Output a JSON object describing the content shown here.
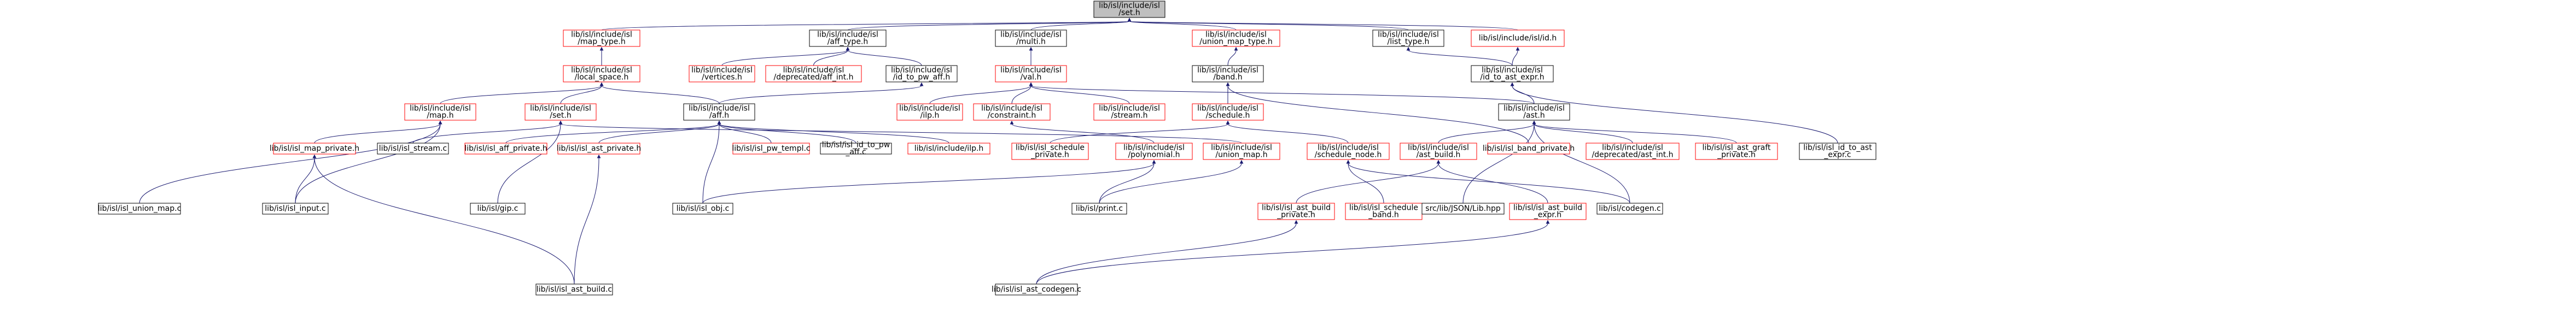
{
  "colors": {
    "edge": "#191970",
    "node_border_red": "#ff0000",
    "node_border_black": "#000000",
    "node_border_gray": "#bfbfbf",
    "root_fill": "#bfbfbf",
    "node_fill": "#ffffff",
    "text": "#000000"
  },
  "nodes": [
    {
      "id": "isl_h",
      "lines": [
        "lib/isl/include/isl",
        "/set.h"
      ],
      "style": "root"
    },
    {
      "id": "map_type",
      "lines": [
        "lib/isl/include/isl",
        "/map_type.h"
      ],
      "style": "red"
    },
    {
      "id": "aff_type",
      "lines": [
        "lib/isl/include/isl",
        "/aff_type.h"
      ],
      "style": "black"
    },
    {
      "id": "multi",
      "lines": [
        "lib/isl/include/isl",
        "/multi.h"
      ],
      "style": "black"
    },
    {
      "id": "union_map_type",
      "lines": [
        "lib/isl/include/isl",
        "/union_map_type.h"
      ],
      "style": "red"
    },
    {
      "id": "list_type",
      "lines": [
        "lib/isl/include/isl",
        "/list_type.h"
      ],
      "style": "black"
    },
    {
      "id": "id_h",
      "lines": [
        "lib/isl/include/isl/id.h"
      ],
      "style": "red"
    },
    {
      "id": "local_space",
      "lines": [
        "lib/isl/include/isl",
        "/local_space.h"
      ],
      "style": "red"
    },
    {
      "id": "vertices",
      "lines": [
        "lib/isl/include/isl",
        "/vertices.h"
      ],
      "style": "red"
    },
    {
      "id": "deprecated_aff_int",
      "lines": [
        "lib/isl/include/isl",
        "/deprecated/aff_int.h"
      ],
      "style": "red"
    },
    {
      "id": "id_to_pw_aff",
      "lines": [
        "lib/isl/include/isl",
        "/id_to_pw_aff.h"
      ],
      "style": "black"
    },
    {
      "id": "val",
      "lines": [
        "lib/isl/include/isl",
        "/val.h"
      ],
      "style": "red"
    },
    {
      "id": "band",
      "lines": [
        "lib/isl/include/isl",
        "/band.h"
      ],
      "style": "black"
    },
    {
      "id": "id_to_ast_expr",
      "lines": [
        "lib/isl/include/isl",
        "/id_to_ast_expr.h"
      ],
      "style": "black"
    },
    {
      "id": "map",
      "lines": [
        "lib/isl/include/isl",
        "/map.h"
      ],
      "style": "red"
    },
    {
      "id": "set",
      "lines": [
        "lib/isl/include/isl",
        "/set.h"
      ],
      "style": "red"
    },
    {
      "id": "aff",
      "lines": [
        "lib/isl/include/isl",
        "/aff.h"
      ],
      "style": "black"
    },
    {
      "id": "ilp",
      "lines": [
        "lib/isl/include/isl",
        "/ilp.h"
      ],
      "style": "red"
    },
    {
      "id": "constraint",
      "lines": [
        "lib/isl/include/isl",
        "/constraint.h"
      ],
      "style": "red"
    },
    {
      "id": "stream",
      "lines": [
        "lib/isl/include/isl",
        "/stream.h"
      ],
      "style": "red"
    },
    {
      "id": "schedule",
      "lines": [
        "lib/isl/include/isl",
        "/schedule.h"
      ],
      "style": "red"
    },
    {
      "id": "ast",
      "lines": [
        "lib/isl/include/isl",
        "/ast.h"
      ],
      "style": "black"
    },
    {
      "id": "isl_map_private",
      "lines": [
        "lib/isl/isl_map_private.h"
      ],
      "style": "red"
    },
    {
      "id": "isl_stream_c",
      "lines": [
        "lib/isl/isl_stream.c"
      ],
      "style": "black"
    },
    {
      "id": "isl_aff_private",
      "lines": [
        "lib/isl/isl_aff_private.h"
      ],
      "style": "red"
    },
    {
      "id": "isl_ast_private",
      "lines": [
        "lib/isl/isl_ast_private.h"
      ],
      "style": "red"
    },
    {
      "id": "isl_pw_templ",
      "lines": [
        "lib/isl/isl_pw_templ.c"
      ],
      "style": "red"
    },
    {
      "id": "id_to_pw_aff_c",
      "lines": [
        "lib/isl/isl_id_to_pw",
        "_aff.c"
      ],
      "style": "black"
    },
    {
      "id": "ilp_inc",
      "lines": [
        "lib/isl/include/ilp.h"
      ],
      "style": "red"
    },
    {
      "id": "isl_schedule_private",
      "lines": [
        "lib/isl/isl_schedule",
        "_private.h"
      ],
      "style": "red"
    },
    {
      "id": "polynomial",
      "lines": [
        "lib/isl/include/isl",
        "/polynomial.h"
      ],
      "style": "red"
    },
    {
      "id": "union_map",
      "lines": [
        "lib/isl/include/isl",
        "/union_map.h"
      ],
      "style": "red"
    },
    {
      "id": "schedule_node",
      "lines": [
        "lib/isl/include/isl",
        "/schedule_node.h"
      ],
      "style": "red"
    },
    {
      "id": "ast_build",
      "lines": [
        "lib/isl/include/isl",
        "/ast_build.h"
      ],
      "style": "red"
    },
    {
      "id": "isl_band_private",
      "lines": [
        "lib/isl/isl_band_private.h"
      ],
      "style": "red"
    },
    {
      "id": "deprecated_ast_int",
      "lines": [
        "lib/isl/include/isl",
        "/deprecated/ast_int.h"
      ],
      "style": "red"
    },
    {
      "id": "isl_ast_graft_private",
      "lines": [
        "lib/isl/isl_ast_graft",
        "_private.h"
      ],
      "style": "red"
    },
    {
      "id": "isl_id_to_ast_expr",
      "lines": [
        "lib/isl/isl_id_to_ast",
        "_expr.c"
      ],
      "style": "black"
    },
    {
      "id": "isl_union_map_c",
      "lines": [
        "lib/isl/isl_union_map.c"
      ],
      "style": "black"
    },
    {
      "id": "isl_input",
      "lines": [
        "lib/isl/isl_input.c"
      ],
      "style": "black"
    },
    {
      "id": "isl_gip",
      "lines": [
        "lib/isl/gip.c"
      ],
      "style": "black"
    },
    {
      "id": "isl_obj",
      "lines": [
        "lib/isl/isl_obj.c"
      ],
      "style": "black"
    },
    {
      "id": "isl_print",
      "lines": [
        "lib/isl/print.c"
      ],
      "style": "black"
    },
    {
      "id": "isl_ast_build_private",
      "lines": [
        "lib/isl/isl_ast_build",
        "_private.h"
      ],
      "style": "red"
    },
    {
      "id": "isl_schedule_band",
      "lines": [
        "lib/isl/isl_schedule",
        "_band.h"
      ],
      "style": "red"
    },
    {
      "id": "isl_ast_build_expr",
      "lines": [
        "lib/isl/isl_ast_build",
        "_expr.h"
      ],
      "style": "red"
    },
    {
      "id": "jscop",
      "lines": [
        "src/lib/JSON/Lib.hpp"
      ],
      "style": "black"
    },
    {
      "id": "codegen",
      "lines": [
        "lib/isl/codegen.c"
      ],
      "style": "black"
    },
    {
      "id": "isl_ast_build_c",
      "lines": [
        "lib/isl/isl_ast_build.c"
      ],
      "style": "black"
    },
    {
      "id": "isl_ast_codegen",
      "lines": [
        "lib/isl/isl_ast_codegen.c"
      ],
      "style": "black"
    }
  ]
}
